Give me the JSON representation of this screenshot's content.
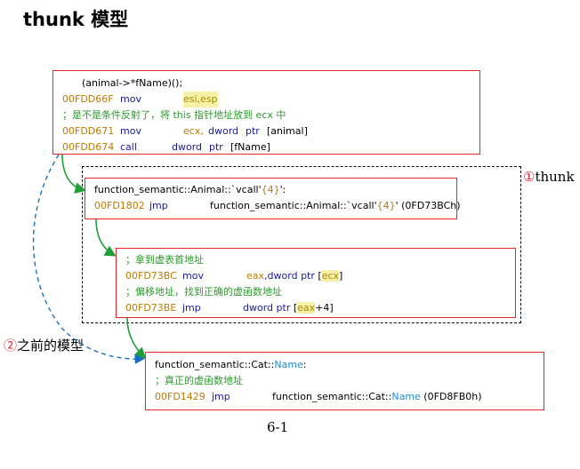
{
  "title": "thunk 模型",
  "box1": {
    "l1": "(animal->*fName)();",
    "l2": {
      "addr": "00FDD66F",
      "op": "mov",
      "args": "esi,esp"
    },
    "l3": "；是不是条件反射了，将 this 指针地址放到 ecx 中",
    "l4": {
      "addr": "00FDD671",
      "op": "mov",
      "a1": "ecx,",
      "a2": "dword",
      "a3": "ptr",
      "a4": "[animal]"
    },
    "l5": {
      "addr": "00FDD674",
      "op": "call",
      "a2": "dword",
      "a3": "ptr",
      "a4": "[fName]"
    }
  },
  "box2": {
    "l1a": "function_semantic::Animal::`vcall'",
    "l1b": "{4}",
    "l1c": "':",
    "l2": {
      "addr": "00FD1802",
      "op": "jmp",
      "t1": "function_semantic::Animal::`vcall'",
      "t2": "{4}",
      "t3": "' (0FD73BCh)"
    }
  },
  "box3": {
    "l1": "；拿到虚表首地址",
    "l2": {
      "addr": "00FD73BC",
      "op": "mov",
      "a1": "eax",
      "a2": ",dword",
      "a3": "ptr",
      "a4": "[",
      "a5": "ecx",
      "a6": "]"
    },
    "l3": "；偏移地址，找到正确的虚函数地址",
    "l4": {
      "addr": "00FD73BE",
      "op": "jmp",
      "a2": "dword",
      "a3": "ptr",
      "a4": "[",
      "a5": "eax",
      "a6": "+4]"
    }
  },
  "box4": {
    "l1a": "function_semantic::Cat::",
    "l1b": "Name",
    "l1c": ":",
    "l2": "；真正的虚函数地址",
    "l3": {
      "addr": "00FD1429",
      "op": "jmp",
      "t1": "function_semantic::Cat::",
      "t2": "Name",
      "t3": " (0FD8FB0h)"
    }
  },
  "label_thunk": {
    "num": "①",
    "text": "thunk"
  },
  "label_prev": {
    "num": "②",
    "text": "之前的模型"
  },
  "caption": "6-1"
}
